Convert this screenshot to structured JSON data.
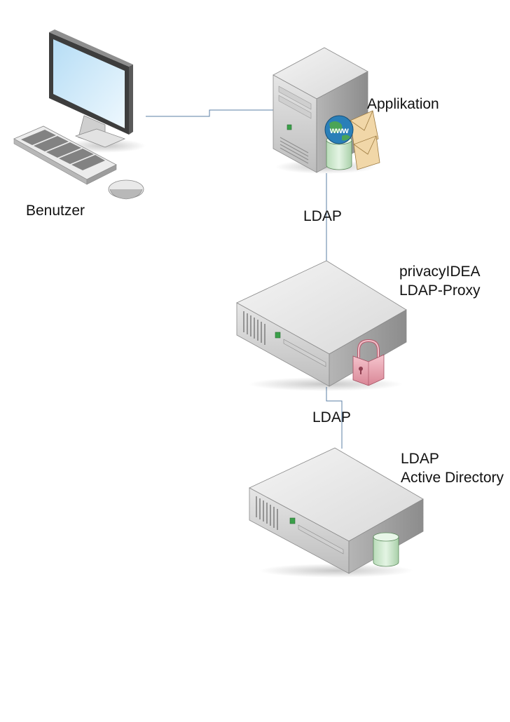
{
  "nodes": {
    "user": {
      "label": "Benutzer",
      "icon": "desktop-computer-icon"
    },
    "app": {
      "label": "Applikation",
      "icon": "tower-server-icon",
      "badges": [
        "www-globe-icon",
        "database-icon",
        "mail-icon"
      ]
    },
    "proxy": {
      "label_line1": "privacyIDEA",
      "label_line2": "LDAP-Proxy",
      "icon": "rack-server-icon",
      "badge": "padlock-icon"
    },
    "directory": {
      "label_line1": "LDAP",
      "label_line2": "Active Directory",
      "icon": "rack-server-icon",
      "badge": "database-icon"
    }
  },
  "edges": {
    "user_app": {
      "label": ""
    },
    "app_proxy": {
      "label": "LDAP"
    },
    "proxy_directory": {
      "label": "LDAP"
    }
  },
  "colors": {
    "connector": "#5b7fa6",
    "screen": "#c9e8fa",
    "globe": "#2a7fb8",
    "lock": "#e8a8b4",
    "database": "#cfe9cf",
    "led": "#3aa04a"
  }
}
